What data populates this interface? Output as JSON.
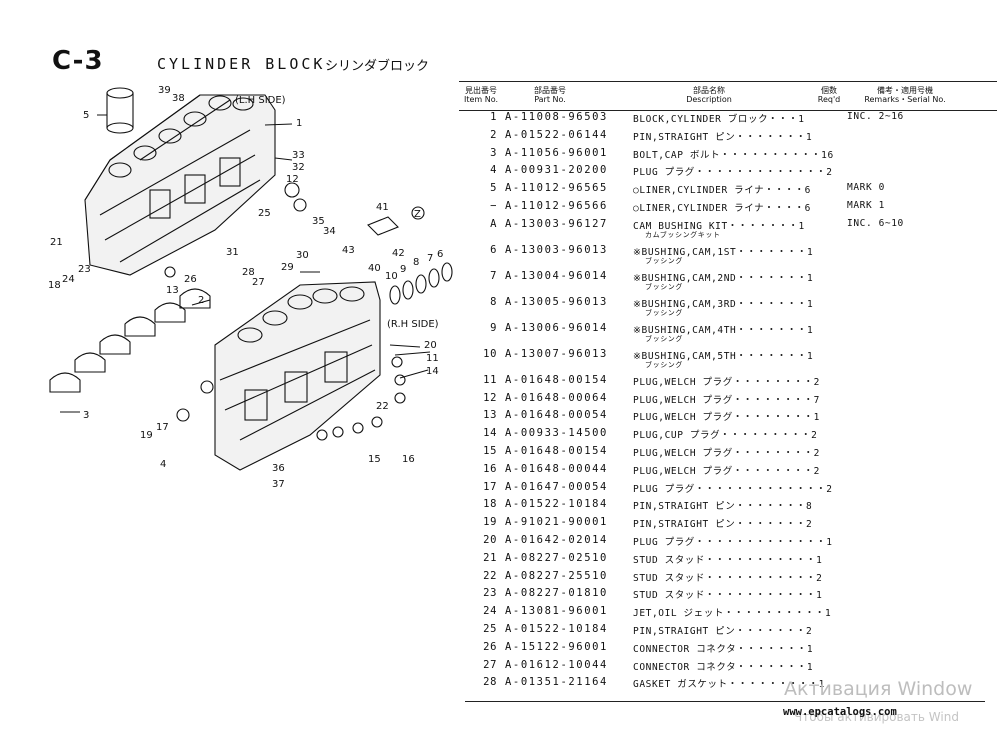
{
  "header": {
    "code": "C-3",
    "title": "CYLINDER BLOCK",
    "title_jp": "シリンダブロック"
  },
  "columns": {
    "item_jp": "見出番号",
    "item_en": "Item No.",
    "part_jp": "部品番号",
    "part_en": "Part No.",
    "desc_jp": "部品名称",
    "desc_en": "Description",
    "qty_jp": "個数",
    "qty_en": "Req'd",
    "rem_jp": "備考・適用号機",
    "rem_en": "Remarks・Serial No."
  },
  "diagram": {
    "side_left": "(L.H SIDE)",
    "side_right": "(R.H SIDE)",
    "callouts": [
      "1",
      "2",
      "3",
      "4",
      "5",
      "6",
      "7",
      "8",
      "9",
      "10",
      "11",
      "12",
      "13",
      "14",
      "15",
      "16",
      "17",
      "18",
      "19",
      "20",
      "21",
      "22",
      "23",
      "24",
      "25",
      "26",
      "27",
      "28",
      "29",
      "30",
      "31",
      "32",
      "33",
      "34",
      "35",
      "36",
      "37",
      "38",
      "39",
      "40",
      "41",
      "42",
      "43",
      "Z"
    ]
  },
  "parts": [
    {
      "no": "1",
      "pn": "A-11008-96503",
      "desc": "BLOCK,CYLINDER ブロック・・・1",
      "sub": "",
      "rem": "INC. 2~16"
    },
    {
      "no": "2",
      "pn": "A-01522-06144",
      "desc": "PIN,STRAIGHT ピン・・・・・・・1",
      "sub": "",
      "rem": ""
    },
    {
      "no": "3",
      "pn": "A-11056-96001",
      "desc": "BOLT,CAP ボルト・・・・・・・・・・16",
      "sub": "",
      "rem": ""
    },
    {
      "no": "4",
      "pn": "A-00931-20200",
      "desc": "PLUG プラグ・・・・・・・・・・・・・2",
      "sub": "",
      "rem": ""
    },
    {
      "no": "5",
      "pn": "A-11012-96565",
      "desc": "○LINER,CYLINDER ライナ・・・・6",
      "sub": "",
      "rem": "MARK 0"
    },
    {
      "no": "−",
      "pn": "A-11012-96566",
      "desc": "○LINER,CYLINDER ライナ・・・・6",
      "sub": "",
      "rem": "MARK 1"
    },
    {
      "no": "A",
      "pn": "A-13003-96127",
      "desc": "CAM BUSHING KIT・・・・・・・1",
      "sub": "カムブッシングキット",
      "rem": "INC. 6~10"
    },
    {
      "no": "6",
      "pn": "A-13003-96013",
      "desc": "※BUSHING,CAM,1ST・・・・・・・1",
      "sub": "ブッシング",
      "rem": ""
    },
    {
      "no": "7",
      "pn": "A-13004-96014",
      "desc": "※BUSHING,CAM,2ND・・・・・・・1",
      "sub": "ブッシング",
      "rem": ""
    },
    {
      "no": "8",
      "pn": "A-13005-96013",
      "desc": "※BUSHING,CAM,3RD・・・・・・・1",
      "sub": "ブッシング",
      "rem": ""
    },
    {
      "no": "9",
      "pn": "A-13006-96014",
      "desc": "※BUSHING,CAM,4TH・・・・・・・1",
      "sub": "ブッシング",
      "rem": ""
    },
    {
      "no": "10",
      "pn": "A-13007-96013",
      "desc": "※BUSHING,CAM,5TH・・・・・・・1",
      "sub": "ブッシング",
      "rem": ""
    },
    {
      "no": "11",
      "pn": "A-01648-00154",
      "desc": "PLUG,WELCH プラグ・・・・・・・・2",
      "sub": "",
      "rem": ""
    },
    {
      "no": "12",
      "pn": "A-01648-00064",
      "desc": "PLUG,WELCH プラグ・・・・・・・・7",
      "sub": "",
      "rem": ""
    },
    {
      "no": "13",
      "pn": "A-01648-00054",
      "desc": "PLUG,WELCH プラグ・・・・・・・・1",
      "sub": "",
      "rem": ""
    },
    {
      "no": "14",
      "pn": "A-00933-14500",
      "desc": "PLUG,CUP プラグ・・・・・・・・・2",
      "sub": "",
      "rem": ""
    },
    {
      "no": "15",
      "pn": "A-01648-00154",
      "desc": "PLUG,WELCH プラグ・・・・・・・・2",
      "sub": "",
      "rem": ""
    },
    {
      "no": "16",
      "pn": "A-01648-00044",
      "desc": "PLUG,WELCH プラグ・・・・・・・・2",
      "sub": "",
      "rem": ""
    },
    {
      "no": "17",
      "pn": "A-01647-00054",
      "desc": "PLUG プラグ・・・・・・・・・・・・・2",
      "sub": "",
      "rem": ""
    },
    {
      "no": "18",
      "pn": "A-01522-10184",
      "desc": "PIN,STRAIGHT ピン・・・・・・・8",
      "sub": "",
      "rem": ""
    },
    {
      "no": "19",
      "pn": "A-91021-90001",
      "desc": "PIN,STRAIGHT ピン・・・・・・・2",
      "sub": "",
      "rem": ""
    },
    {
      "no": "20",
      "pn": "A-01642-02014",
      "desc": "PLUG プラグ・・・・・・・・・・・・・1",
      "sub": "",
      "rem": ""
    },
    {
      "no": "21",
      "pn": "A-08227-02510",
      "desc": "STUD スタッド・・・・・・・・・・・1",
      "sub": "",
      "rem": ""
    },
    {
      "no": "22",
      "pn": "A-08227-25510",
      "desc": "STUD スタッド・・・・・・・・・・・2",
      "sub": "",
      "rem": ""
    },
    {
      "no": "23",
      "pn": "A-08227-01810",
      "desc": "STUD スタッド・・・・・・・・・・・1",
      "sub": "",
      "rem": ""
    },
    {
      "no": "24",
      "pn": "A-13081-96001",
      "desc": "JET,OIL ジェット・・・・・・・・・・1",
      "sub": "",
      "rem": ""
    },
    {
      "no": "25",
      "pn": "A-01522-10184",
      "desc": "PIN,STRAIGHT ピン・・・・・・・2",
      "sub": "",
      "rem": ""
    },
    {
      "no": "26",
      "pn": "A-15122-96001",
      "desc": "CONNECTOR コネクタ・・・・・・・1",
      "sub": "",
      "rem": ""
    },
    {
      "no": "27",
      "pn": "A-01612-10044",
      "desc": "CONNECTOR コネクタ・・・・・・・1",
      "sub": "",
      "rem": ""
    },
    {
      "no": "28",
      "pn": "A-01351-21164",
      "desc": "GASKET ガスケット・・・・・・・・・1",
      "sub": "",
      "rem": ""
    }
  ],
  "footer": {
    "url": "www.epcatalogs.com",
    "watermark_line1": "Активация Window",
    "watermark_line2": "Чтобы активировать Wind"
  }
}
